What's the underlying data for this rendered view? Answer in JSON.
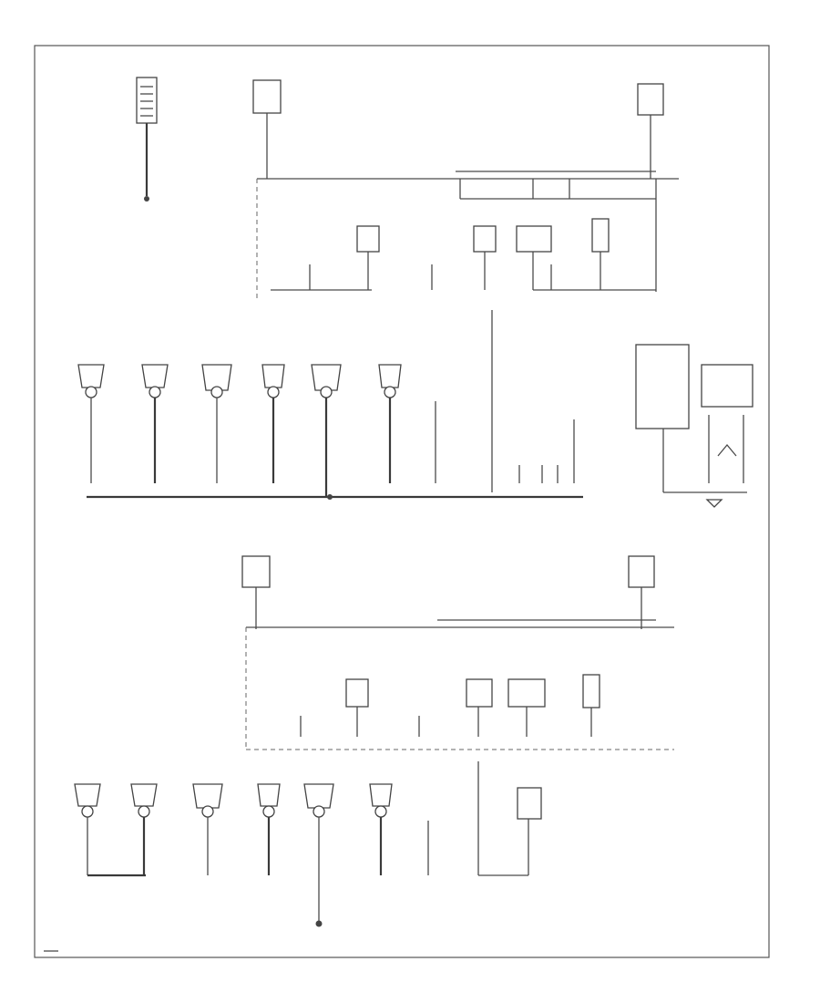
{
  "diagram": {
    "footer_label": "",
    "colors": {
      "line": "#4a4a4a",
      "background": "#ffffff"
    },
    "components": [
      "battery-component",
      "fuse-block-top",
      "fuse-block-bottom",
      "lamp-socket-row-upper",
      "lamp-socket-row-lower",
      "ground-point-main",
      "ground-point-lower"
    ]
  }
}
